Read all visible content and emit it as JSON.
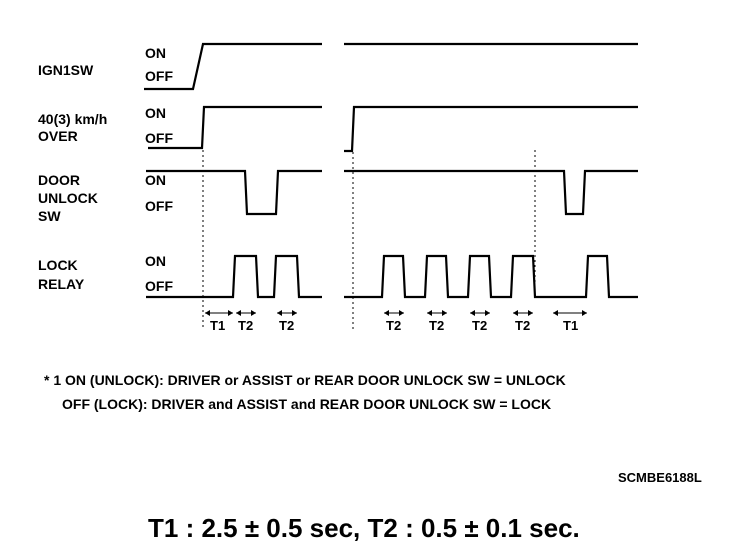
{
  "signals": [
    {
      "id": "ign",
      "label": [
        "IGN1SW"
      ],
      "on": "ON",
      "off": "OFF"
    },
    {
      "id": "speed",
      "label": [
        "40(3) km/h",
        "OVER"
      ],
      "on": "ON",
      "off": "OFF"
    },
    {
      "id": "door",
      "label": [
        "DOOR",
        "UNLOCK",
        "SW"
      ],
      "on": "ON",
      "off": "OFF"
    },
    {
      "id": "lock",
      "label": [
        "LOCK",
        "RELAY"
      ],
      "on": "ON",
      "off": "OFF"
    }
  ],
  "timing_labels": [
    "T1",
    "T2",
    "T2",
    "T2",
    "T2",
    "T2",
    "T2",
    "T1"
  ],
  "notes": {
    "line1": "* 1 ON (UNLOCK): DRIVER or ASSIST or REAR DOOR UNLOCK SW = UNLOCK",
    "line2": "OFF (LOCK): DRIVER and ASSIST and REAR DOOR UNLOCK SW = LOCK"
  },
  "figure_id": "SCMBE6188L",
  "formula": "T1 : 2.5 ± 0.5 sec, T2 : 0.5 ± 0.1 sec."
}
